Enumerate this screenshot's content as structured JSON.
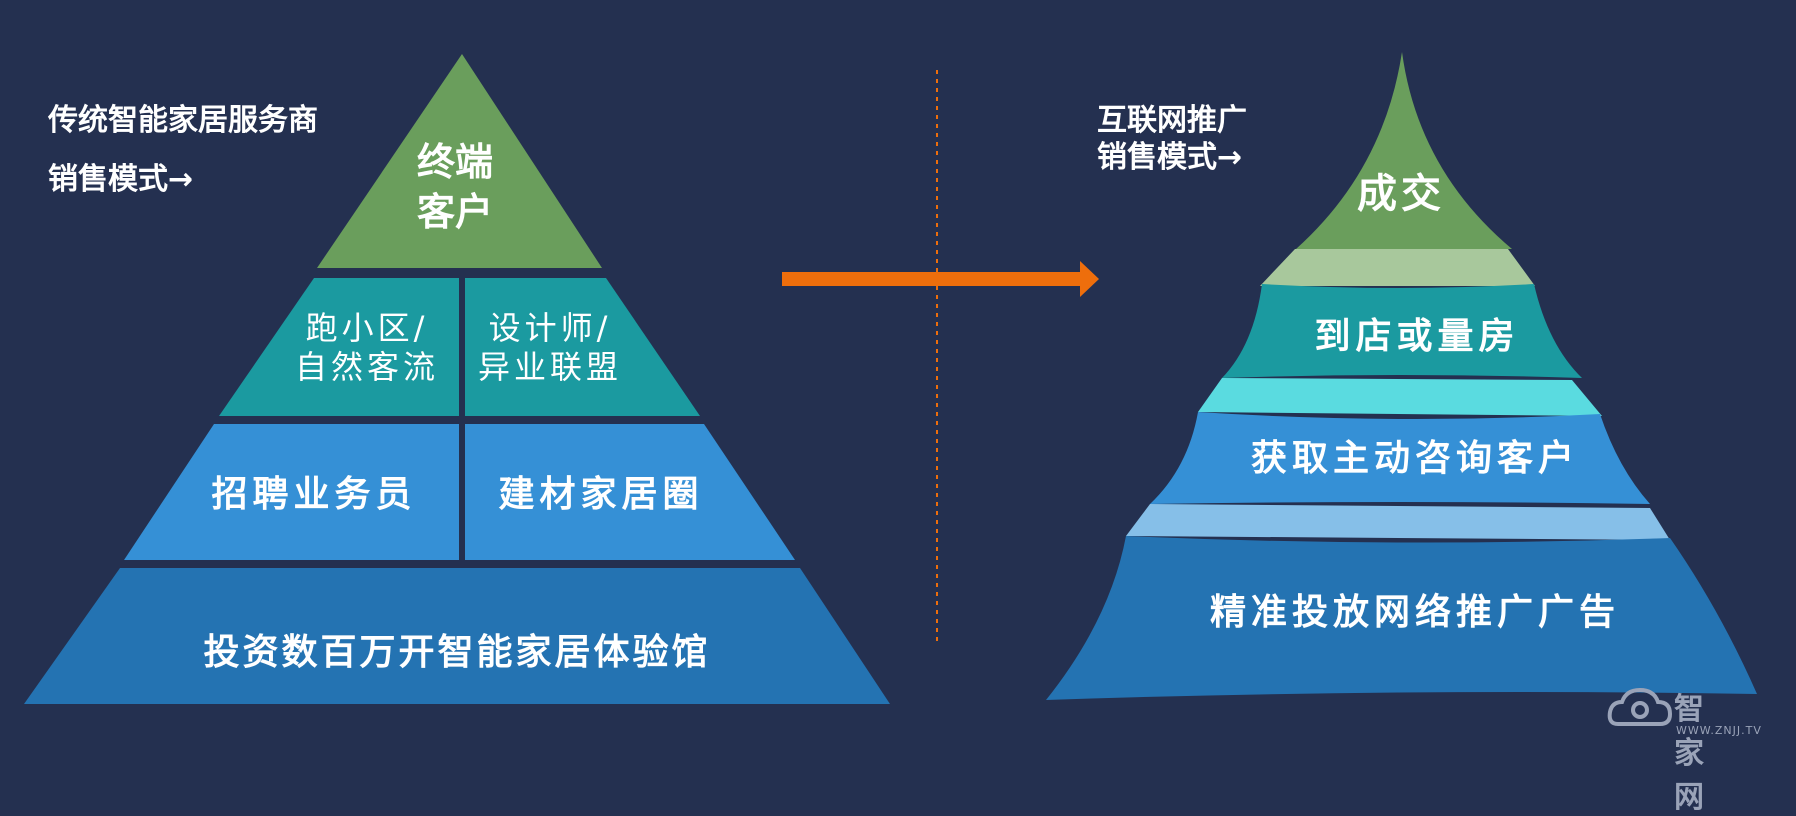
{
  "left": {
    "caption_line1": "传统智能家居服务商",
    "caption_line2": "销售模式→",
    "apex_line1": "终端",
    "apex_line2": "客户",
    "tier2_left_line1": "跑小区/",
    "tier2_left_line2": "自然客流",
    "tier2_right_line1": "设计师/",
    "tier2_right_line2": "异业联盟",
    "tier3_left": "招聘业务员",
    "tier3_right": "建材家居圈",
    "tier4": "投资数百万开智能家居体验馆"
  },
  "right": {
    "caption_line1": "互联网推广",
    "caption_line2": "销售模式→",
    "level1": "成交",
    "level2": "到店或量房",
    "level3": "获取主动咨询客户",
    "level4": "精准投放网络推广广告"
  },
  "watermark": {
    "name": "智家网",
    "url": "WWW.ZNJJ.TV",
    "icon": "cloud-logo-icon"
  },
  "colors": {
    "background": "#243050",
    "green": "#6a9e5c",
    "light_green": "#a8c89c",
    "teal": "#1b9aa0",
    "cyan": "#5adbe0",
    "blue": "#3590d6",
    "light_blue": "#86bfe8",
    "dark_blue": "#2473b2",
    "arrow": "#ee6e0c",
    "divider": "#ee6e0c"
  }
}
